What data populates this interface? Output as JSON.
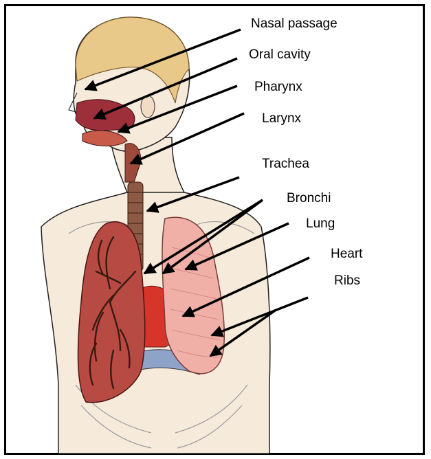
{
  "diagram": {
    "labels": {
      "nasal_passage": "Nasal passage",
      "oral_cavity": "Oral cavity",
      "pharynx": "Pharynx",
      "larynx": "Larynx",
      "trachea": "Trachea",
      "bronchi": "Bronchi",
      "lung": "Lung",
      "heart": "Heart",
      "ribs": "Ribs"
    },
    "colors": {
      "skin": "#f6eadb",
      "hair": "#e8c98a",
      "lung_left": "#b84a44",
      "lung_right": "#f0b0a8",
      "heart": "#d8352a",
      "trachea": "#8c5a44",
      "oral_cavity": "#9c2f3a",
      "diaphragm": "#8fa3c8",
      "outline": "#000000"
    }
  }
}
